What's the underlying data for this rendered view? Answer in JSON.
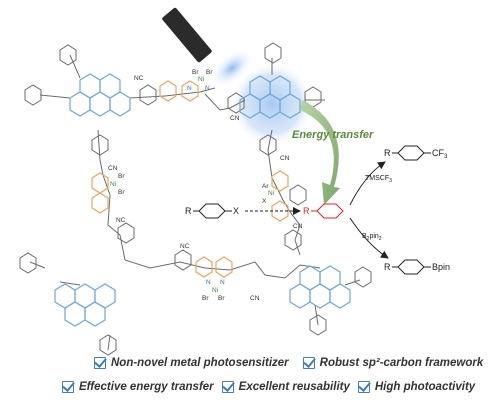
{
  "labels": {
    "nc": "NC",
    "cn": "CN",
    "br": "Br",
    "ni": "Ni",
    "n": "N",
    "ar": "Ar",
    "x": "X",
    "r": "R",
    "cf3": "CF",
    "cf3_sub": "3",
    "bpin": "Bpin",
    "energy_transfer": "Energy transfer",
    "tmscf3": "TMSCF",
    "tmscf3_sub": "3",
    "b2pin2_b": "B",
    "b2pin2_pin": "pin",
    "sub2": "2"
  },
  "features": [
    {
      "label": "Non-novel metal photosensitizer"
    },
    {
      "label": "Robust sp²-carbon framework"
    },
    {
      "label": "Effective energy transfer"
    },
    {
      "label": "Excellent reusability"
    },
    {
      "label": "High photoactivity"
    }
  ],
  "colors": {
    "pyrene_blue": "#6fa8dc",
    "bipyridine_orange": "#f0a460",
    "nickel_green": "#3a8a3a",
    "aryl_red": "#e02020",
    "arrow_green": "#8cb27a",
    "check_blue": "#3f7fbf",
    "glow": "#9ec3f0"
  }
}
